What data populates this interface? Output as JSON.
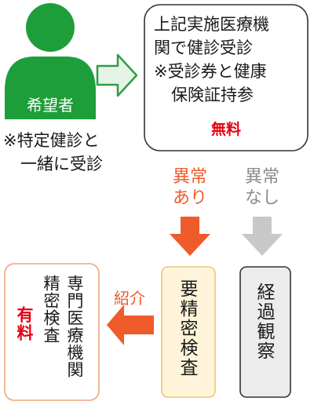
{
  "colors": {
    "person": "#1e9e3a",
    "arrow_green": "#e6f4e6",
    "arrow_green_stroke": "#2e9e44",
    "arrow_orange": "#ef5b2b",
    "arrow_gray": "#c8c8c8",
    "box_border": "#333333",
    "box_orange_border": "#f2a57c",
    "box_yellow_fill": "#fff4da",
    "box_yellow_border": "#f0c47a",
    "box_gray_fill": "#ececec",
    "accent_red": "#e60012",
    "label_orange": "#ef5b2b",
    "label_gray": "#8c8c8c"
  },
  "person": {
    "label": "希望者",
    "note_line1": "※特定健診と",
    "note_line2": "一緒に受診"
  },
  "top_box": {
    "line1": "上記実施医療機",
    "line2": "関で健診受診",
    "line3": "※受診券と健康",
    "line4": "保険証持参",
    "free": "無料"
  },
  "branch_abnormal": {
    "line1": "異常",
    "line2": "あり"
  },
  "branch_normal": {
    "line1": "異常",
    "line2": "なし"
  },
  "box_detailed": {
    "label": "要精密検査"
  },
  "box_followup": {
    "label": "経過観察"
  },
  "referral": {
    "label": "紹介"
  },
  "box_specialist": {
    "col1": "専門医療機関",
    "col2": "精密検査",
    "paid": "有料"
  }
}
